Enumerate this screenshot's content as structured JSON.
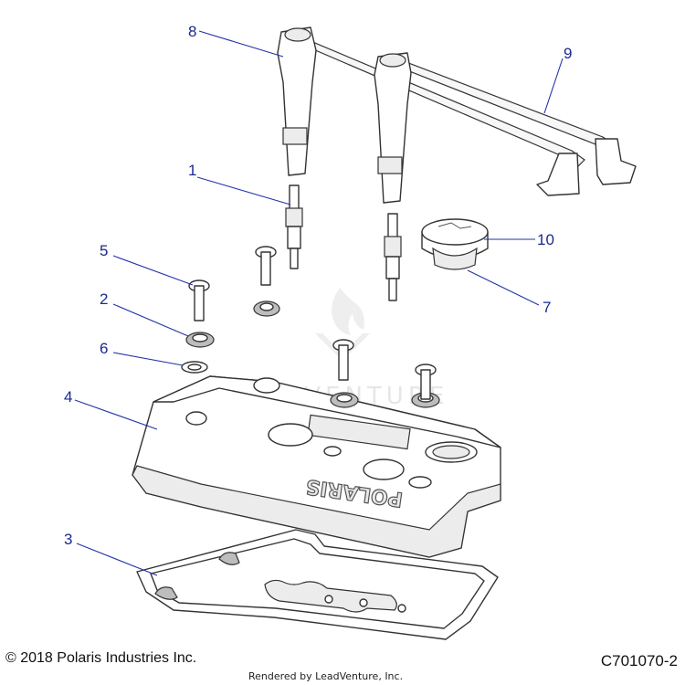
{
  "callouts": [
    {
      "num": "1"
    },
    {
      "num": "2"
    },
    {
      "num": "3"
    },
    {
      "num": "4"
    },
    {
      "num": "5"
    },
    {
      "num": "6"
    },
    {
      "num": "7"
    },
    {
      "num": "8"
    },
    {
      "num": "9"
    },
    {
      "num": "10"
    }
  ],
  "watermark": "LEADVENTURE",
  "cover_logo": "POLARIS",
  "footer": {
    "copyright": "© 2018 Polaris Industries Inc.",
    "rendered_by": "Rendered by LeadVenture, Inc.",
    "diagram_code": "C701070-2"
  },
  "colors": {
    "callout": "#1a2a8c",
    "line_art": "#333333"
  }
}
